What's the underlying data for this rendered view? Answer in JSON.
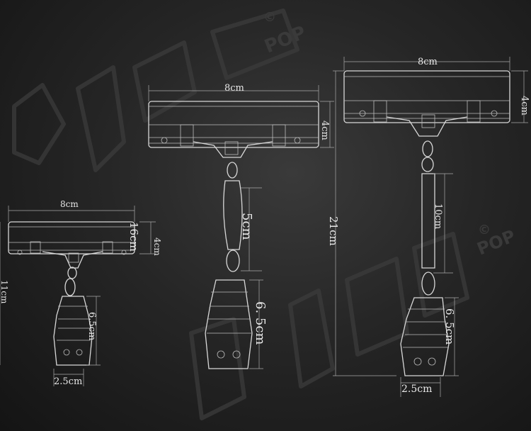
{
  "watermark": {
    "brand_text": "POP",
    "symbol": "©"
  },
  "holder_small": {
    "width_label": "8cm",
    "height_label": "4cm",
    "overall_label": "11cm",
    "clip_height_label": "6.5cm",
    "clip_width_label": "2.5cm",
    "side_label": "16cm"
  },
  "holder_medium": {
    "width_label": "8cm",
    "height_label": "4cm",
    "arm_label": "5cm",
    "clip_height_label": "6. 5cm"
  },
  "holder_large": {
    "width_label": "8cm",
    "height_label": "4cm",
    "overall_label": "21cm",
    "arm_label": "10cm",
    "clip_height_label": "6. 5cm",
    "clip_width_label": "2.5cm"
  }
}
